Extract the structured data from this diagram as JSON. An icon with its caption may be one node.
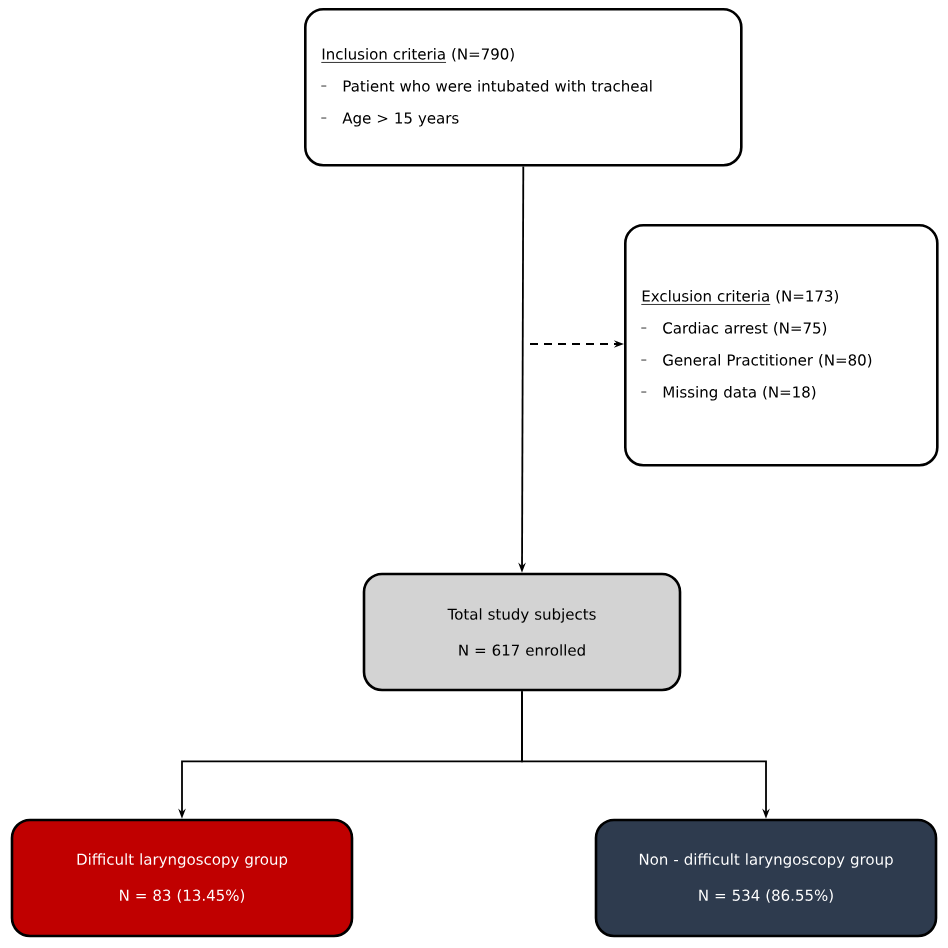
{
  "diagram": {
    "nodes": [
      {
        "text": [
          "Inclusion criteria",
          "(N=790)",
          "Patient who were intubated with tracheal",
          "Age > 15 years"
        ]
      },
      {
        "text": [
          "Exclusion criteria",
          "(N=173)",
          "Cardiac arrest (N=75)",
          "General Practitioner (N=80)",
          "Missing data (N=18)"
        ]
      },
      {
        "text": [
          "Total study subjects",
          "N = 617 enrolled"
        ]
      },
      {
        "text": [
          "Difficult laryngoscopy group",
          "N = 83 (13.45%)"
        ]
      },
      {
        "text": [
          "Non - difficult laryngoscopy group",
          "N = 534 (86.55%)"
        ]
      }
    ],
    "edges": [
      {
        "from": 0,
        "to": 2,
        "arrow": "to"
      },
      {
        "from": null,
        "to": 1,
        "arrow": "to",
        "style": "dashed"
      },
      {
        "from": 2,
        "to": 3,
        "arrow": "to"
      },
      {
        "from": 2,
        "to": 4,
        "arrow": "to"
      }
    ]
  }
}
